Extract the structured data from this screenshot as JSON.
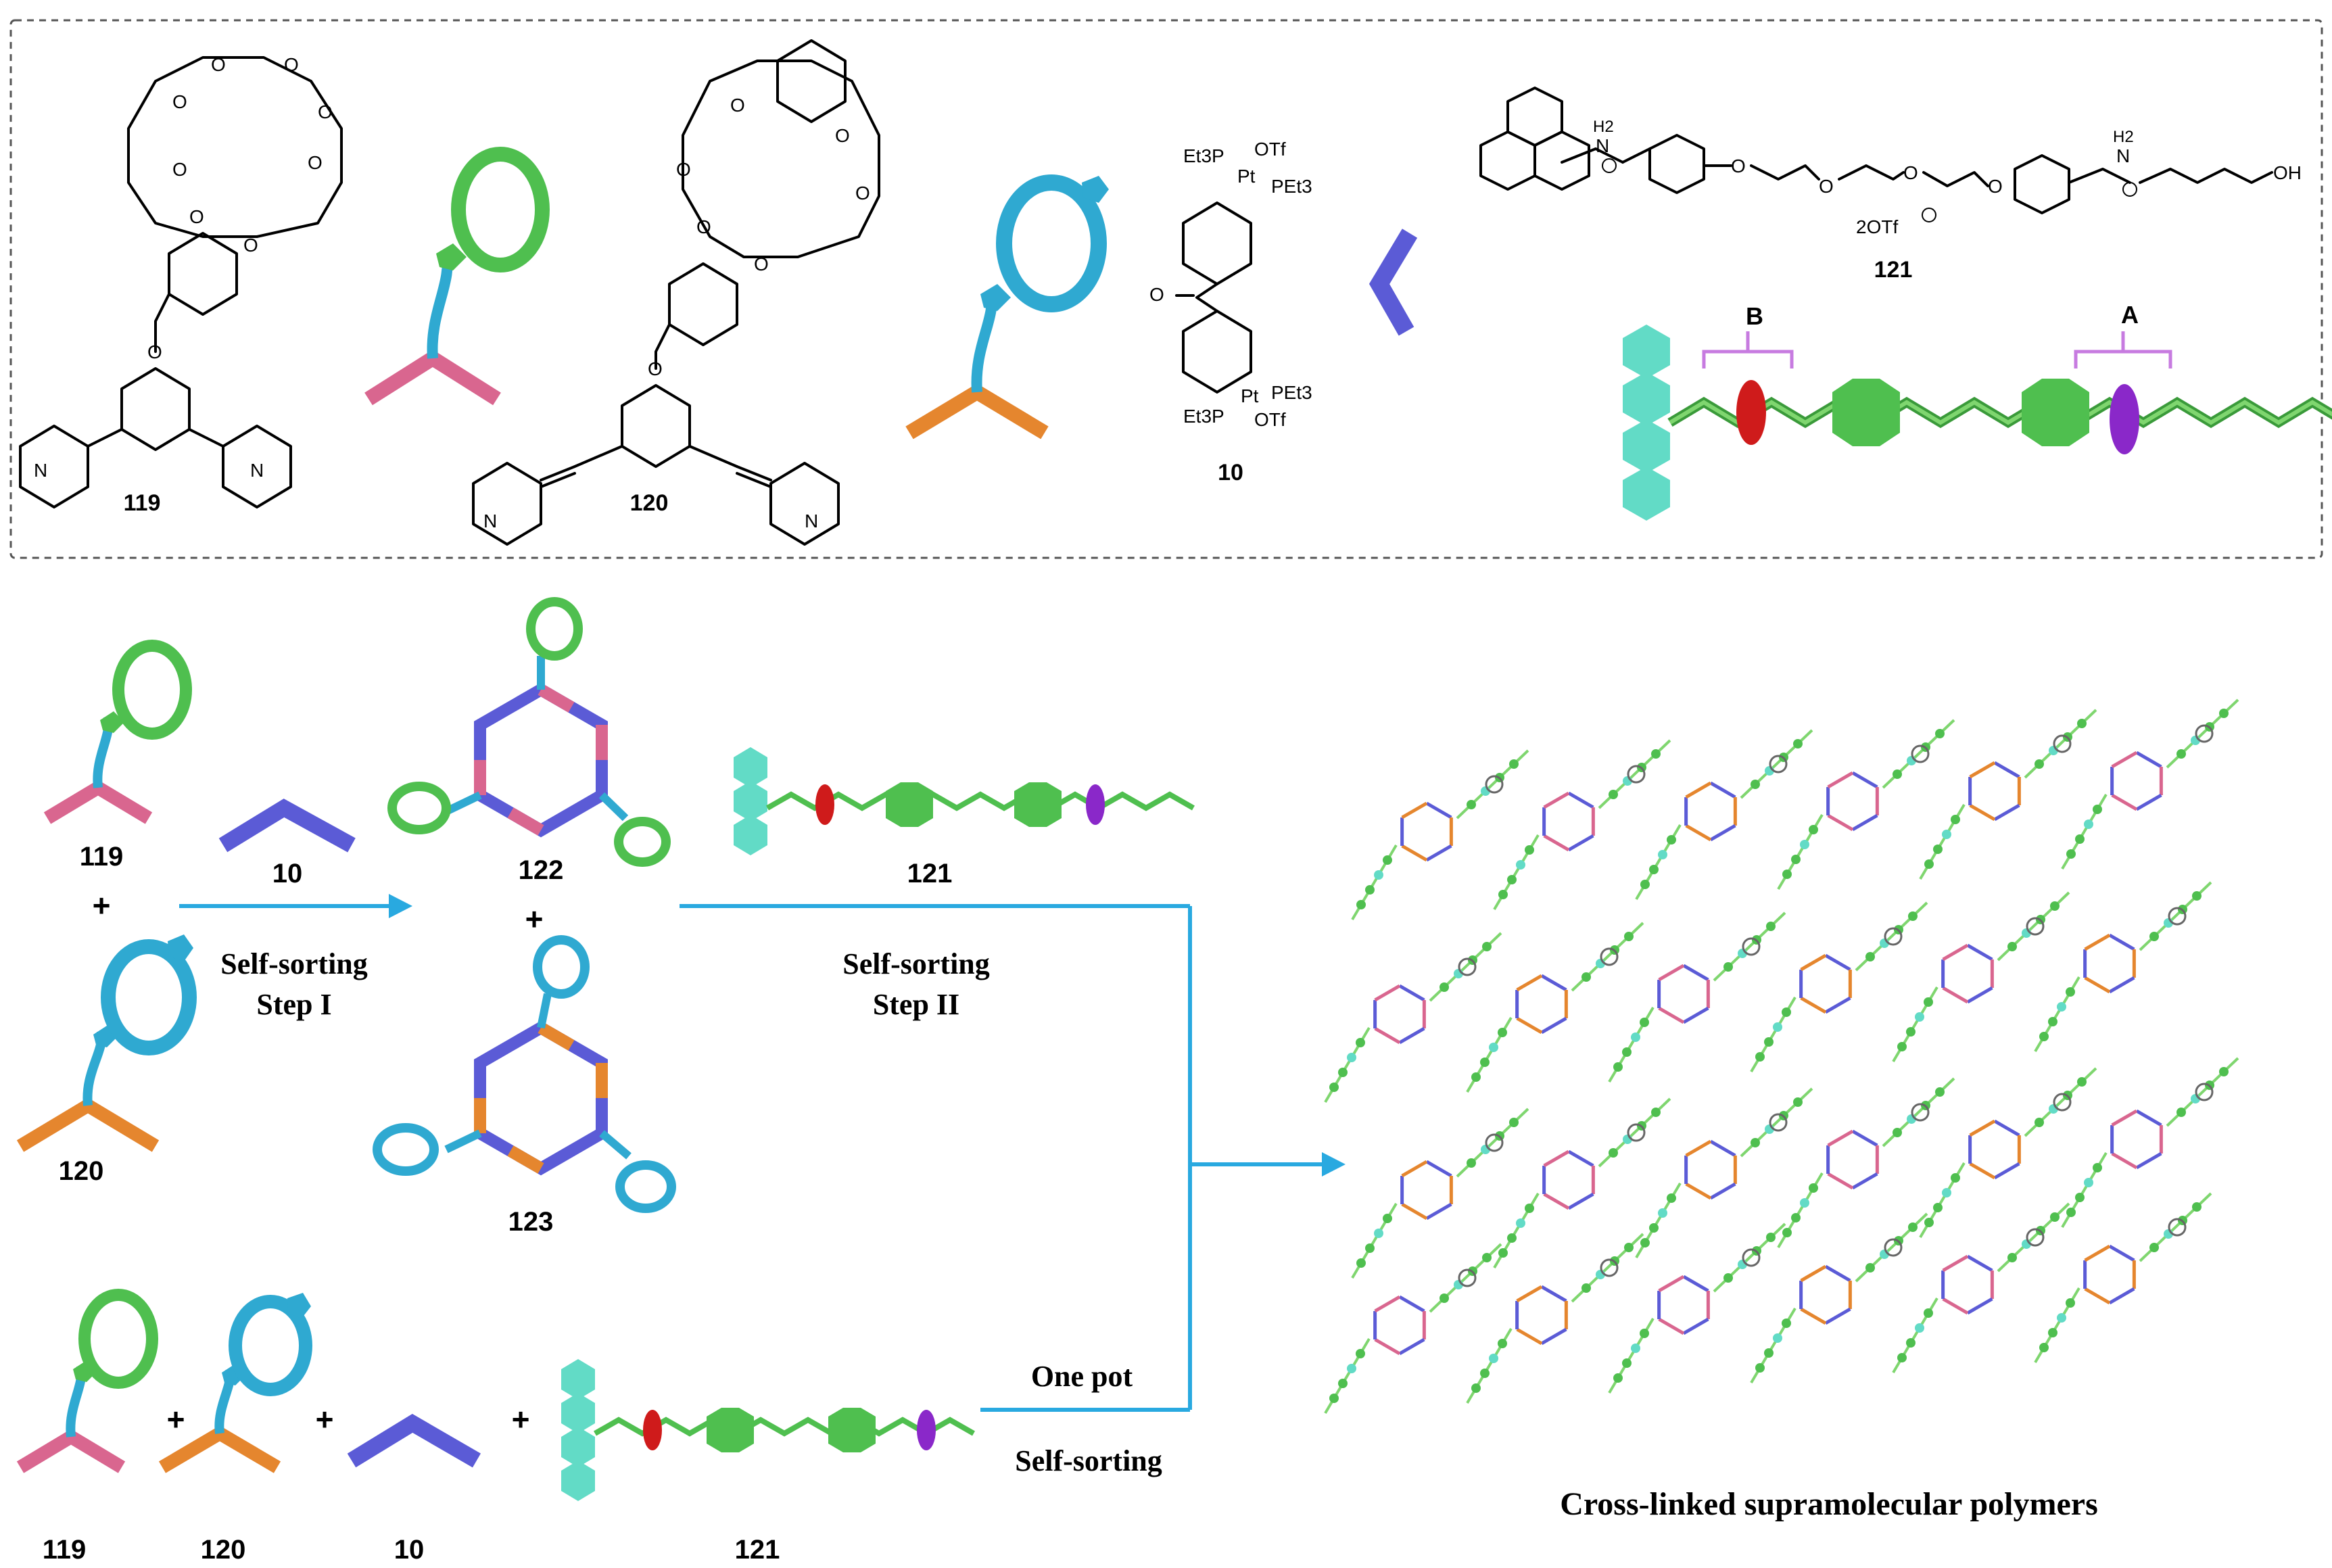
{
  "colors": {
    "green": "#4fbf4f",
    "green_light": "#7fd66f",
    "cyan": "#2fa9d1",
    "pink": "#d9668f",
    "orange": "#e5862e",
    "purple_blue": "#5b5bd6",
    "teal": "#62dbc6",
    "red": "#cf1b1b",
    "violet": "#8a28c9",
    "magenta": "#c77be0",
    "arrow": "#29a9e0",
    "border": "#555555"
  },
  "top_panel": {
    "compound_119_label": "119",
    "compound_120_label": "120",
    "compound_10_label": "10",
    "compound_121_label": "121",
    "pt_top_left": "Et3P",
    "pt_top_otf": "OTf",
    "pt_top_pet3": "PEt3",
    "pt_bottom_pet3": "PEt3",
    "pt_bottom_left": "Et3P",
    "pt_bottom_otf": "OTf",
    "pt_symbol": "Pt",
    "ketone_o": "O",
    "nh2_left": "H2",
    "nh2_right": "H2",
    "n_atom": "N",
    "counterion": "2OTf",
    "oh": "OH",
    "o_atom": "O",
    "site_b": "B",
    "site_a": "A"
  },
  "scheme": {
    "label_119": "119",
    "label_120": "120",
    "label_10": "10",
    "label_122": "122",
    "label_123": "123",
    "label_121": "121",
    "plus": "+",
    "step1_line1": "Self-sorting",
    "step1_line2": "Step I",
    "step2_line1": "Self-sorting",
    "step2_line2": "Step II",
    "one_pot": "One pot",
    "one_pot_sorting": "Self-sorting",
    "bottom_119": "119",
    "bottom_120": "120",
    "bottom_10": "10",
    "bottom_121": "121",
    "result_caption": "Cross-linked supramolecular polymers"
  }
}
